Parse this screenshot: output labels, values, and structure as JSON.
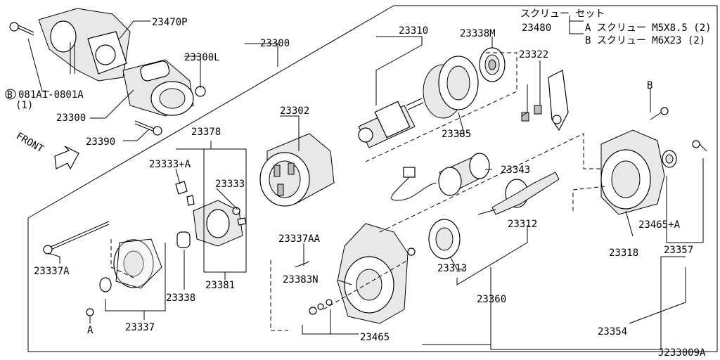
{
  "drawing_id": "J233009A",
  "front_label": "FRONT",
  "screw_set": {
    "title": "スクリュー セット",
    "part_no": "23480",
    "a": "A スクリュー M5X8.5 (2)",
    "b": "B スクリュー M6X23 (2)"
  },
  "parts": {
    "p23470P": "23470P",
    "p23300L": "23300L",
    "p23300_main": "23300",
    "p23300_small": "23300",
    "bolt_ref": "081A1-0801A",
    "bolt_circle": "B",
    "bolt_qty": "(1)",
    "p23390": "23390",
    "p23310": "23310",
    "p23338M": "23338M",
    "p23322": "23322",
    "p23302": "23302",
    "p23385": "23385",
    "p23378": "23378",
    "p23333A": "23333+A",
    "p23333": "23333",
    "p23343": "23343",
    "p23312": "23312",
    "p23337AA": "23337AA",
    "p23383N": "23383N",
    "p23313": "23313",
    "p23381": "23381",
    "p23337A": "23337A",
    "p23338": "23338",
    "p23337": "23337",
    "mark_A": "A",
    "mark_B": "B",
    "p23360": "23360",
    "p23465A": "23465+A",
    "p23357": "23357",
    "p23318": "23318",
    "p23465": "23465",
    "p23354": "23354"
  }
}
